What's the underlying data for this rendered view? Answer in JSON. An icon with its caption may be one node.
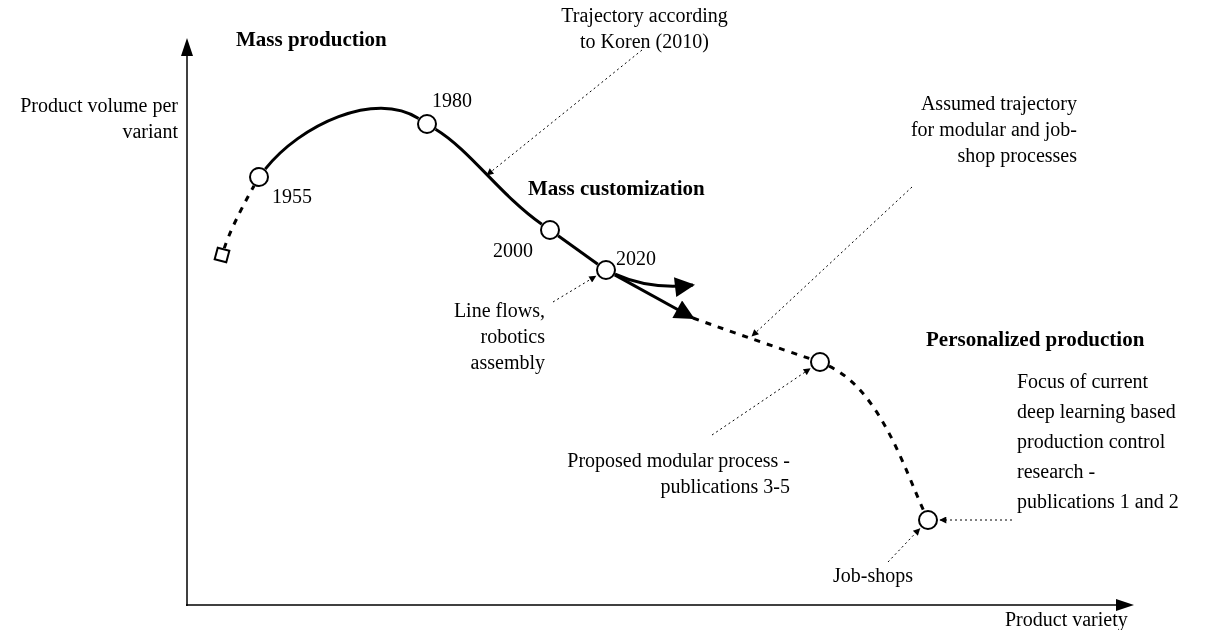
{
  "diagram": {
    "nodes": [
      {
        "text": [],
        "shape": "box"
      },
      {
        "text": [],
        "shape": "circle",
        "beside": [
          "1955"
        ]
      },
      {
        "text": [],
        "shape": "circle",
        "beside": [
          "1980"
        ]
      },
      {
        "text": [],
        "shape": "circle",
        "beside": [
          "2000"
        ]
      },
      {
        "text": [],
        "shape": "circle",
        "beside": [
          "2020"
        ]
      },
      {
        "text": [],
        "shape": "circle"
      },
      {
        "text": [],
        "shape": "circle"
      },
      {
        "text": [
          "Trajectory according to Koren (2010)"
        ]
      },
      {
        "text": [
          "Assumed trajectory for modular and job-shop processes"
        ]
      },
      {
        "text": [
          "Line flows, robotics assembly"
        ]
      },
      {
        "text": [
          "Proposed modular process - publications 3-5"
        ]
      },
      {
        "text": [
          "Job-shops"
        ]
      },
      {
        "text": [
          "Focus of current deep learning based production control research - publications 1 and 2"
        ]
      }
    ],
    "edges": [
      {
        "from": 0,
        "to": 1,
        "arrow": "none",
        "style": "dashed"
      },
      {
        "from": 1,
        "to": 2,
        "arrow": "none"
      },
      {
        "from": 2,
        "to": 3,
        "arrow": "none"
      },
      {
        "from": 3,
        "to": 4,
        "arrow": "none"
      },
      {
        "from": 4,
        "to": null,
        "arrow": "to"
      },
      {
        "from": 4,
        "to": null,
        "arrow": "to"
      },
      {
        "from": null,
        "to": 5,
        "arrow": "none",
        "style": "dashed"
      },
      {
        "from": 5,
        "to": 6,
        "arrow": "none",
        "style": "dashed"
      },
      {
        "from": 7,
        "to": null,
        "arrow": "to",
        "style": "dashed"
      },
      {
        "from": 8,
        "to": null,
        "arrow": "to",
        "style": "dashed"
      },
      {
        "from": 9,
        "to": 4,
        "arrow": "to",
        "style": "dashed"
      },
      {
        "from": 10,
        "to": 5,
        "arrow": "to",
        "style": "dashed"
      },
      {
        "from": 11,
        "to": 6,
        "arrow": "to",
        "style": "dashed"
      },
      {
        "from": 12,
        "to": 6,
        "arrow": "to",
        "style": "dashed"
      }
    ],
    "labels": [
      "Product volume per variant",
      "Mass production",
      "Mass customization",
      "Personalized production",
      "Product variety"
    ]
  }
}
